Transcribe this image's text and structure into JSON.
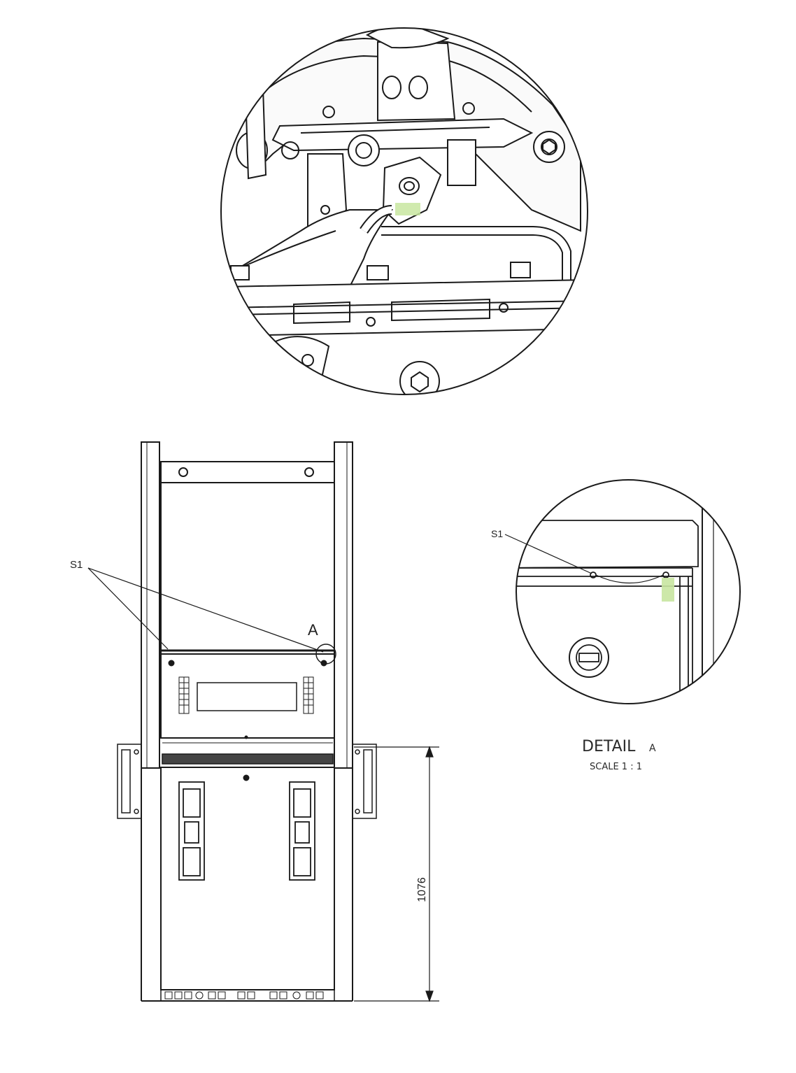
{
  "drawing": {
    "callouts": {
      "seal_label_main": "S1",
      "seal_label_detail": "S1",
      "detail_marker": "A"
    },
    "detail": {
      "title": "DETAIL",
      "title_suffix": "A",
      "scale": "SCALE 1 : 1"
    },
    "dimension": {
      "height_value": "1076"
    },
    "colors": {
      "line": "#1a1a1a",
      "seal_highlight": "#c8e6a0"
    }
  }
}
